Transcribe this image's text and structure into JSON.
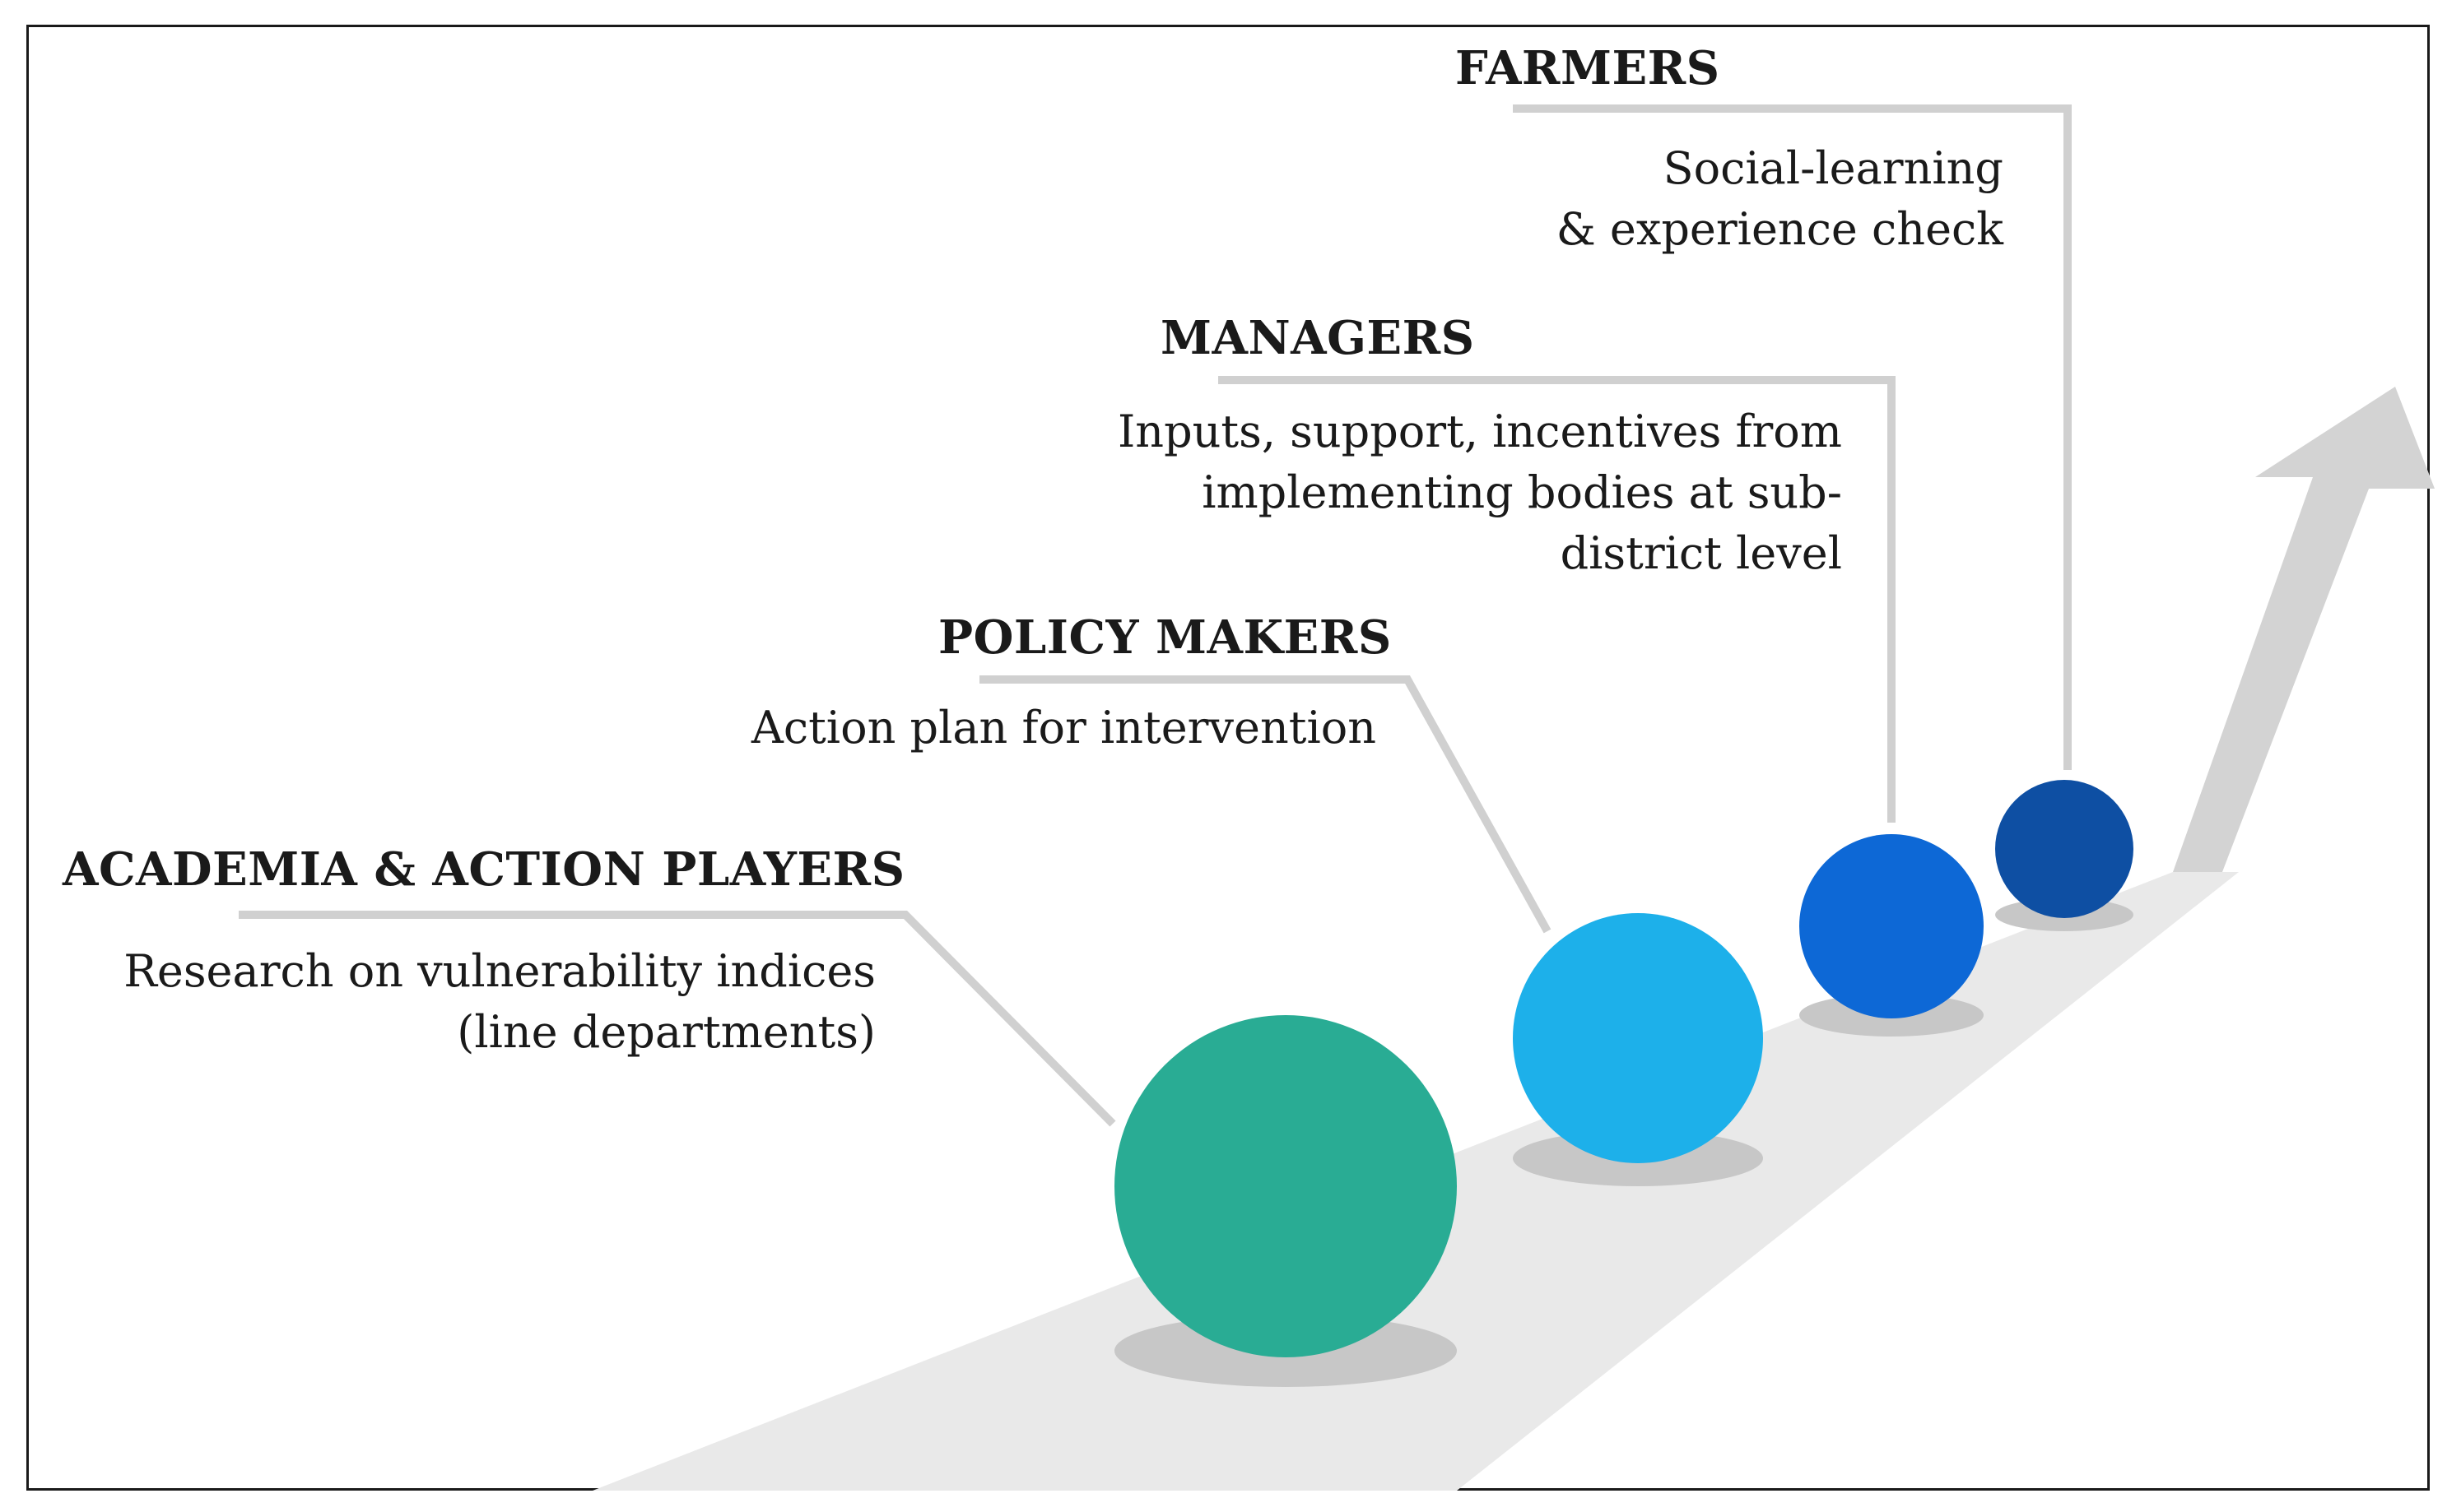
{
  "stages": [
    {
      "id": "academia",
      "title": "ACADEMIA & ACTION PLAYERS",
      "description": [
        "Research on vulnerability indices",
        "(line departments)"
      ],
      "color": "#29ac94"
    },
    {
      "id": "policy-makers",
      "title": "POLICY MAKERS",
      "description": [
        "Action plan for intervention"
      ],
      "color": "#1db0ea"
    },
    {
      "id": "managers",
      "title": "MANAGERS",
      "description": [
        "Inputs, support, incentives from",
        "implementing bodies at sub-",
        "district level"
      ],
      "color": "#0d68d6"
    },
    {
      "id": "farmers",
      "title": "FARMERS",
      "description": [
        "Social-learning",
        "& experience check"
      ],
      "color": "#0e4fa3"
    }
  ],
  "colors": {
    "road": "#e9e9e9",
    "arrow": "#d3d3d3",
    "leader_line": "#d0d0d0",
    "shadow": "#c7c7c7",
    "frame": "#1a1a1a"
  }
}
